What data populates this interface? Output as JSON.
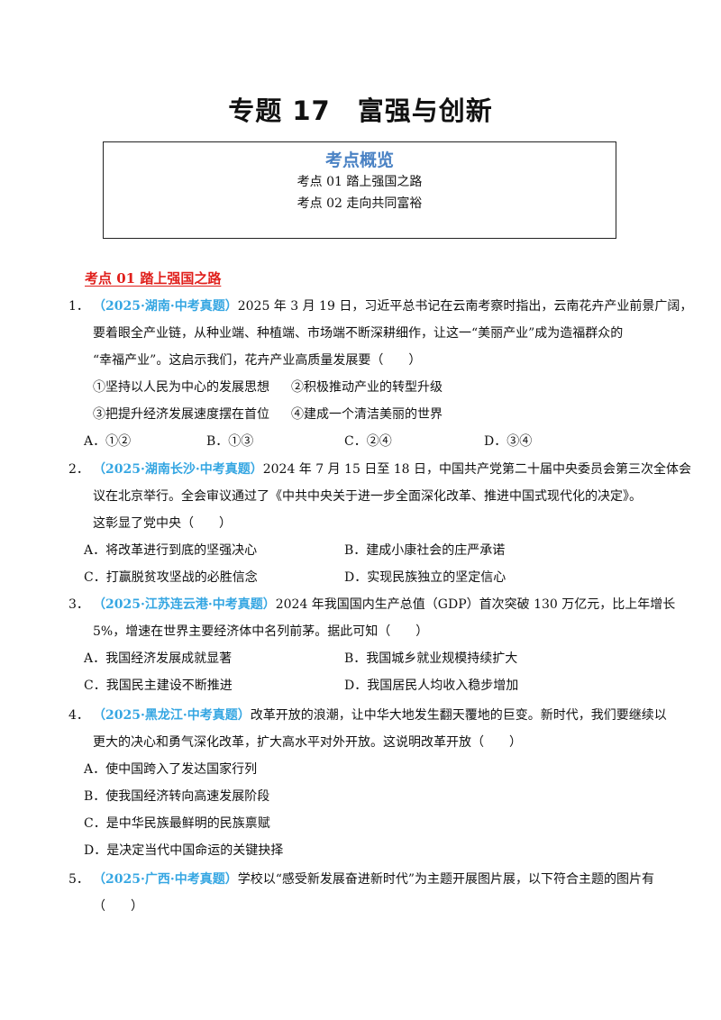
{
  "title": "专题 17　富强与创新",
  "overview": {
    "heading": "考点概览",
    "items": [
      "考点 01  踏上强国之路",
      "考点 02  走向共同富裕"
    ]
  },
  "section1": {
    "heading": "考点 01  踏上强国之路"
  },
  "questions": [
    {
      "num": "1．",
      "source": "（2025·湖南·中考真题）",
      "lines": [
        "2025 年 3 月 19 日，习近平总书记在云南考察时指出，云南花卉产业前景广阔，",
        "要着眼全产业链，从种业端、种植端、市场端不断深耕细作，让这一“美丽产业”成为造福群众的",
        "“幸福产业”。这启示我们，花卉产业高质量发展要（　　）"
      ],
      "statements": [
        "①坚持以人民为中心的发展思想",
        "②积极推动产业的转型升级",
        "③把提升经济发展速度摆在首位",
        "④建成一个清洁美丽的世界"
      ],
      "options": [
        "A．①②",
        "B．①③",
        "C．②④",
        "D．③④"
      ]
    },
    {
      "num": "2．",
      "source": "（2025·湖南长沙·中考真题）",
      "lines": [
        "2024 年 7 月 15 日至 18 日，中国共产党第二十届中央委员会第三次全体会",
        "议在北京举行。全会审议通过了《中共中央关于进一步全面深化改革、推进中国式现代化的决定》。",
        "这彰显了党中央（　　）"
      ],
      "options": [
        "A．将改革进行到底的坚强决心",
        "B．建成小康社会的庄严承诺",
        "C．打赢脱贫攻坚战的必胜信念",
        "D．实现民族独立的坚定信心"
      ]
    },
    {
      "num": "3．",
      "source": "（2025·江苏连云港·中考真题）",
      "lines": [
        "2024 年我国国内生产总值（GDP）首次突破 130 万亿元，比上年增长",
        "5%，增速在世界主要经济体中名列前茅。据此可知（　　）"
      ],
      "options": [
        "A．我国经济发展成就显著",
        "B．我国城乡就业规模持续扩大",
        "C．我国民主建设不断推进",
        "D．我国居民人均收入稳步增加"
      ]
    },
    {
      "num": "4．",
      "source": "（2025·黑龙江·中考真题）",
      "lines": [
        "改革开放的浪潮，让中华大地发生翻天覆地的巨变。新时代，我们要继续以",
        "更大的决心和勇气深化改革，扩大高水平对外开放。这说明改革开放（　　）"
      ],
      "options": [
        "A．使中国跨入了发达国家行列",
        "B．使我国经济转向高速发展阶段",
        "C．是中华民族最鲜明的民族禀赋",
        "D．是决定当代中国命运的关键抉择"
      ]
    },
    {
      "num": "5．",
      "source": "（2025·广西·中考真题）",
      "lines": [
        "学校以“感受新发展奋进新时代”为主题开展图片展，以下符合主题的图片有",
        "（　　）"
      ]
    }
  ]
}
